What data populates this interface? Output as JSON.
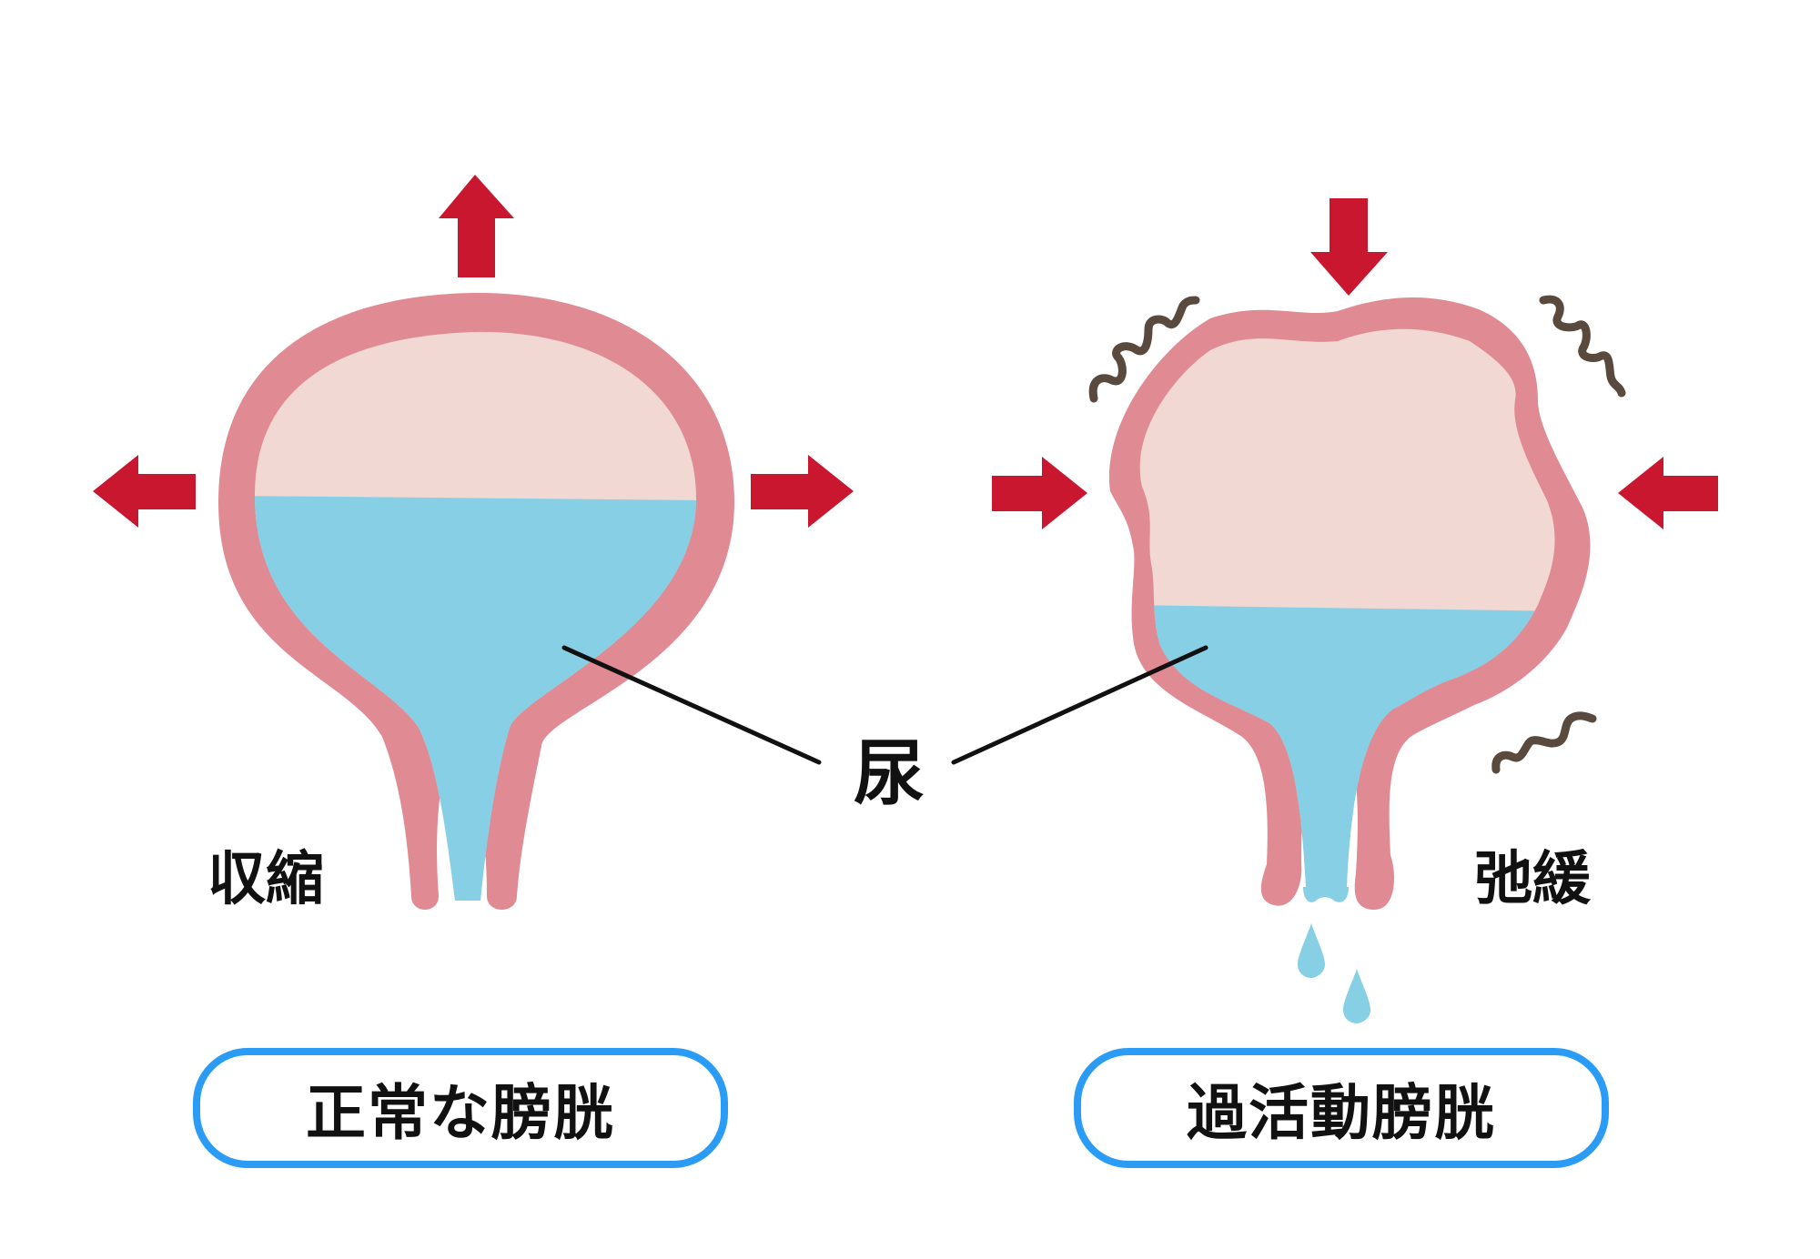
{
  "labels": {
    "left_state": "収縮",
    "right_state": "弛緩",
    "urine": "尿"
  },
  "captions": {
    "left": "正常な膀胱",
    "right": "過活動膀胱"
  },
  "colors": {
    "wall": "#e08a93",
    "air": "#f2d8d2",
    "urine": "#86cfe4",
    "arrow": "#c8172f",
    "squiggle": "#5a4a3e",
    "caption_border": "#2b9cf5"
  }
}
